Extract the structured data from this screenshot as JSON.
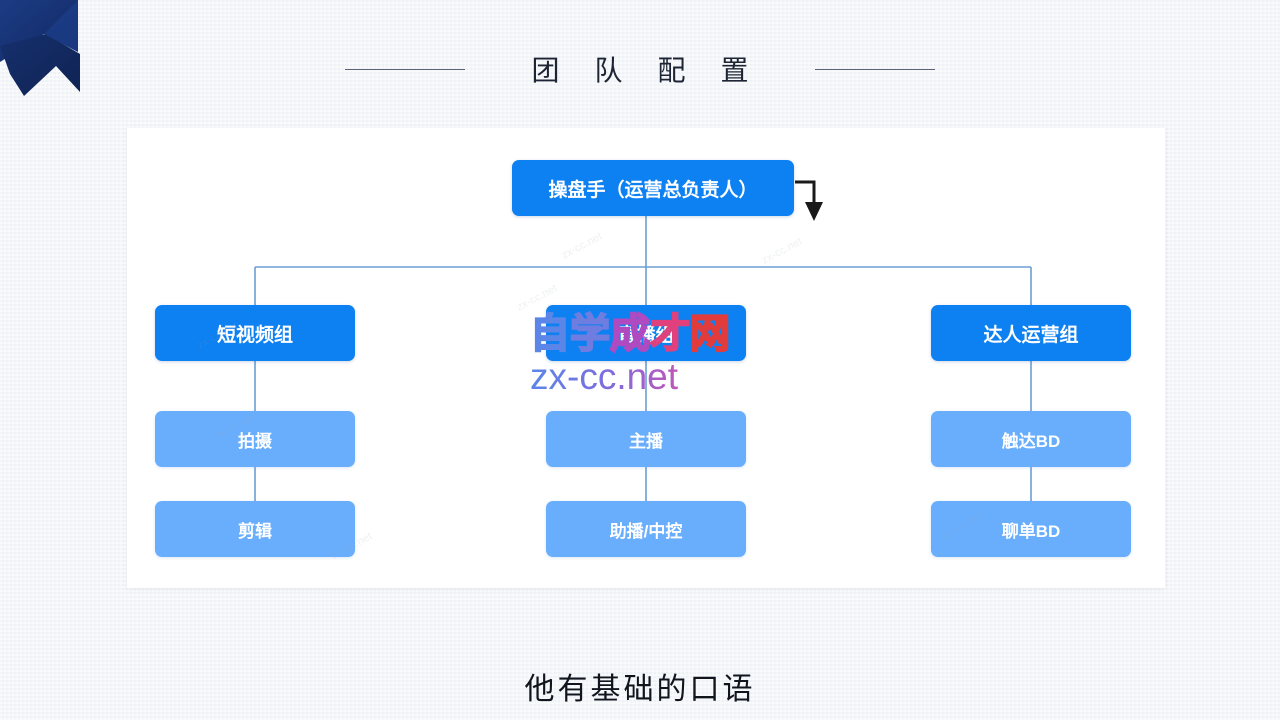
{
  "slide": {
    "title": "团 队 配 置",
    "subtitle": "他有基础的口语"
  },
  "colors": {
    "background": "#eef1f5",
    "card": "#ffffff",
    "ribbon": "#16306e",
    "node_level0": "#1472d6",
    "node_level1": "#0d80f2",
    "node_level2": "#69aefc",
    "connector": "#6b9fd4",
    "title_text": "#1d2433",
    "arrow": "#1a1a1a"
  },
  "org_chart": {
    "root": {
      "label": "操盘手（运营总负责人）"
    },
    "branches": [
      {
        "head": "短视频组",
        "members": [
          "拍摄",
          "剪辑"
        ]
      },
      {
        "head": "直播组",
        "members": [
          "主播",
          "助播/中控"
        ]
      },
      {
        "head": "达人运营组",
        "members": [
          "触达BD",
          "聊单BD"
        ]
      }
    ]
  },
  "watermark": {
    "cn_chars": [
      "自",
      "学",
      "成",
      "才",
      "网"
    ],
    "url": "zx-cc.net",
    "tile_text": "zx-cc.net"
  },
  "annotation": {
    "arrow_icon": "down-arrow-icon"
  }
}
